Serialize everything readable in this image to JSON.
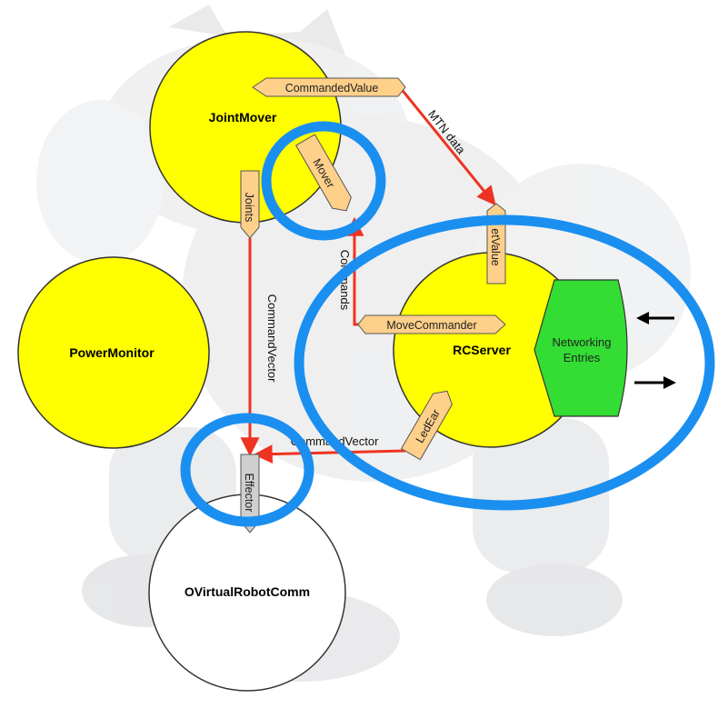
{
  "diagram": {
    "nodes": {
      "joint_mover": "JointMover",
      "power_monitor": "PowerMonitor",
      "rc_server": "RCServer",
      "virtual_robot_comm": "OVirtualRobotComm",
      "networking_entries_line1": "Networking",
      "networking_entries_line2": "Entries"
    },
    "ports": {
      "commanded_value": "CommandedValue",
      "mover": "Mover",
      "joints": "Joints",
      "set_value": "etValue",
      "move_commander": "MoveCommander",
      "led_ear": "LedEar",
      "effector": "Effector"
    },
    "edges": {
      "mtn_data": "MTN data",
      "commands": "Commands",
      "command_vector_vertical": "CommandVector",
      "command_vector_horizontal": "CommandVector"
    }
  },
  "colors": {
    "node_fill": "#ffff00",
    "node_stroke": "#333333",
    "port_fill": "#ffd08a",
    "effector_fill": "#cfcfcf",
    "networking_fill": "#33dd33",
    "edge": "#ee3322",
    "highlight": "#1a8ff0"
  }
}
